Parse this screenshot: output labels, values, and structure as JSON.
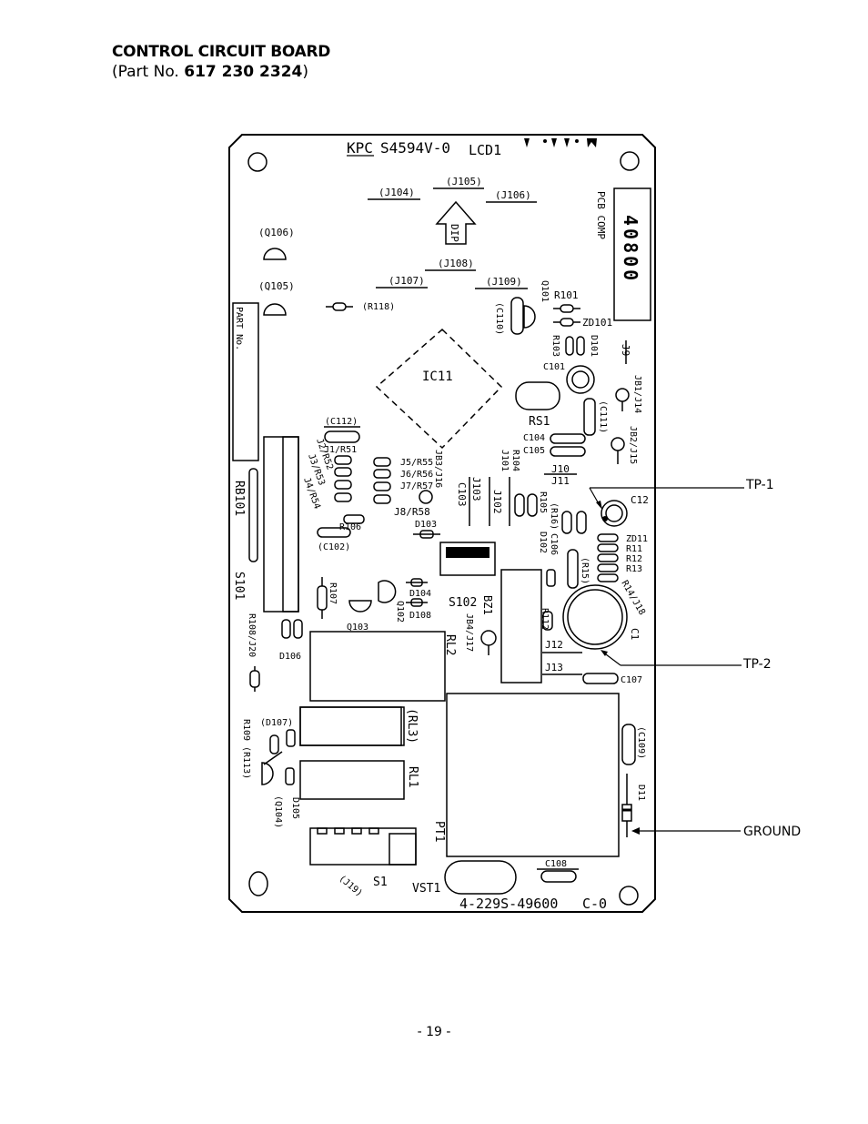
{
  "header": {
    "title": "CONTROL CIRCUIT BOARD",
    "part_prefix": "(Part No. ",
    "part_number": "617 230 2324",
    "part_suffix": ")"
  },
  "board": {
    "maker": "KPC",
    "model": "S4594V-0",
    "lcd": "LCD1",
    "pcb_number": "40800",
    "pcb_comp": "PCB COMP",
    "part_no_box": "PART No.",
    "bottom_code": "4-229S-49600",
    "revision": "C-0",
    "dip": "DIP"
  },
  "labels": {
    "j104": "(J104)",
    "j105": "(J105)",
    "j106": "(J106)",
    "q106": "(Q106)",
    "j108": "(J108)",
    "q105": "(Q105)",
    "j107": "(J107)",
    "j109": "(J109)",
    "r118": "(R118)",
    "q101": "Q101",
    "r101": "R101",
    "zd101": "ZD101",
    "c110": "(C110)",
    "r103": "R103",
    "d101": "D101",
    "j9": "J9",
    "c101": "C101",
    "ic11": "IC11",
    "jb1j14": "JB1/J14",
    "rs1": "RS1",
    "c111": "(C111)",
    "c112": "(C112)",
    "j1r51": "J1/R51",
    "j2r52": "J2/R52",
    "j3r53": "J3/R53",
    "j4r54": "J4/R54",
    "j5r55": "J5/R55",
    "j6r56": "J6/R56",
    "j7r57": "J7/R57",
    "j8r58": "J8/R58",
    "jb3j16": "JB3/J16",
    "r104": "R104",
    "j101": "J101",
    "c104": "C104",
    "c105": "C105",
    "jb2j15": "JB2/J15",
    "j10": "J10",
    "j11": "J11",
    "c12": "C12",
    "rb101": "RB101",
    "c103": "C103",
    "j103": "J103",
    "j102": "J102",
    "r105": "R105",
    "r16": "(R16)",
    "c106": "C106",
    "d102": "D102",
    "zd11": "ZD11",
    "r11": "R11",
    "r12": "R12",
    "r13": "R13",
    "r106": "R106",
    "d103": "D103",
    "c102": "(C102)",
    "r15": "(R15)",
    "r14j18": "R14/J18",
    "s101": "S101",
    "r107": "R107",
    "d104": "D104",
    "d108": "D108",
    "q102": "Q102",
    "s102": "S102",
    "bz1": "BZ1",
    "jb4j17": "JB4/J17",
    "r108j20": "R108/J20",
    "q103": "Q103",
    "r112": "R112",
    "c1": "C1",
    "rl2": "RL2",
    "d106": "D106",
    "j12": "J12",
    "j13": "J13",
    "c107": "C107",
    "d107": "(D107)",
    "r109": "R109",
    "r113": "(R113)",
    "rl3": "(RL3)",
    "c109": "(C109)",
    "rl1": "RL1",
    "d11": "D11",
    "q104": "(Q104)",
    "d105": "D105",
    "pt1": "PT1",
    "c108": "C108",
    "j19": "(J19)",
    "s1": "S1",
    "vst1": "VST1"
  },
  "callouts": {
    "tp1": "TP-1",
    "tp2": "TP-2",
    "ground": "GROUND"
  },
  "footer": {
    "page": "- 19 -"
  }
}
